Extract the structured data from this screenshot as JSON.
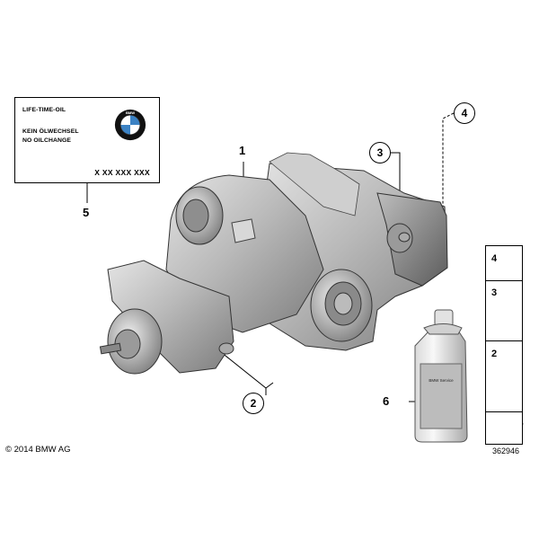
{
  "oil_label": {
    "line1": "LIFE-TIME-OIL",
    "line2": "KEIN ÖLWECHSEL",
    "line3": "NO OILCHANGE",
    "part_number": "X XX XXX XXX",
    "logo_text": "BMW",
    "logo_colors": {
      "blue": "#3b82c4",
      "black": "#111111",
      "white": "#ffffff"
    }
  },
  "callouts": {
    "item1": "1",
    "item2": "2",
    "item3": "3",
    "item4": "4",
    "item5": "5",
    "item6": "6"
  },
  "parts_panel": {
    "item4": "4",
    "item3": "3",
    "item2": "2"
  },
  "oil_bottle": {
    "brand_text": "BMW Service"
  },
  "footer": {
    "copyright": "© 2014 BMW AG",
    "diagram_number": "362946"
  },
  "icons": [
    "bmw-logo-icon",
    "nut-icon",
    "bolt-icon",
    "oil-bottle-icon",
    "arrow-icon"
  ]
}
